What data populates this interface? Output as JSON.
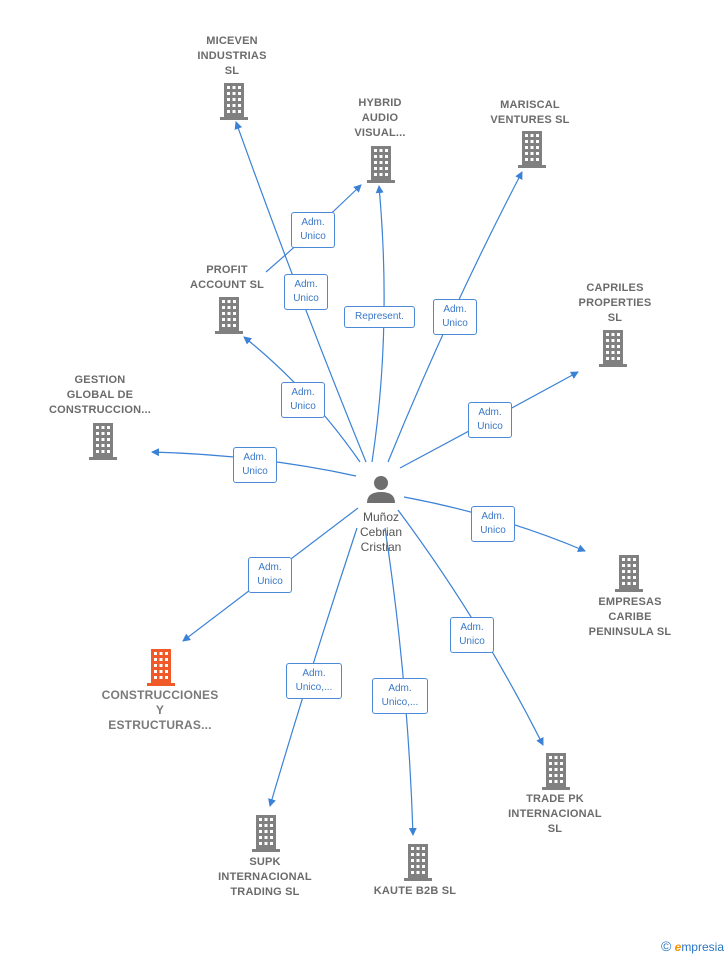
{
  "person": {
    "name": "Muñoz\nCebrian\nCristian"
  },
  "companies": [
    {
      "id": "miceven",
      "label": "MICEVEN\nINDUSTRIAS\nSL"
    },
    {
      "id": "hybrid",
      "label": "HYBRID\nAUDIO\nVISUAL..."
    },
    {
      "id": "mariscal",
      "label": "MARISCAL\nVENTURES  SL"
    },
    {
      "id": "profit",
      "label": "PROFIT\nACCOUNT  SL"
    },
    {
      "id": "capriles",
      "label": "CAPRILES\nPROPERTIES\nSL"
    },
    {
      "id": "gestion",
      "label": "GESTION\nGLOBAL DE\nCONSTRUCCION..."
    },
    {
      "id": "empresas",
      "label": "EMPRESAS\nCARIBE\nPENINSULA  SL"
    },
    {
      "id": "construcciones",
      "label": "CONSTRUCCIONES\nY\nESTRUCTURAS..."
    },
    {
      "id": "trade",
      "label": "TRADE PK\nINTERNACIONAL\nSL"
    },
    {
      "id": "supk",
      "label": "SUPK\nINTERNACIONAL\nTRADING  SL"
    },
    {
      "id": "kaute",
      "label": "KAUTE B2B  SL"
    }
  ],
  "relations": [
    {
      "id": "r-profit-hybrid",
      "label": "Adm.\nUnico"
    },
    {
      "id": "r-miceven",
      "label": "Adm.\nUnico"
    },
    {
      "id": "r-hybrid",
      "label": "Represent."
    },
    {
      "id": "r-mariscal",
      "label": "Adm.\nUnico"
    },
    {
      "id": "r-profit",
      "label": "Adm.\nUnico"
    },
    {
      "id": "r-capriles",
      "label": "Adm.\nUnico"
    },
    {
      "id": "r-gestion",
      "label": "Adm.\nUnico"
    },
    {
      "id": "r-empresas",
      "label": "Adm.\nUnico"
    },
    {
      "id": "r-construcciones",
      "label": "Adm.\nUnico"
    },
    {
      "id": "r-trade",
      "label": "Adm.\nUnico"
    },
    {
      "id": "r-supk",
      "label": "Adm.\nUnico,..."
    },
    {
      "id": "r-kaute",
      "label": "Adm.\nUnico,..."
    }
  ],
  "colors": {
    "edge": "#3b82d6",
    "building": "#808080",
    "focus_building": "#f05a28"
  },
  "footer": {
    "copyright": "©",
    "brand_first": "e",
    "brand_rest": "mpresia"
  }
}
